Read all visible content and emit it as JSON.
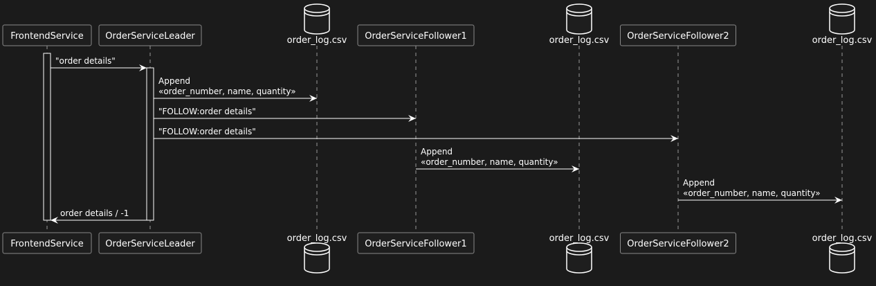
{
  "diagram": {
    "type": "sequence",
    "colors": {
      "background": "#1b1b1b",
      "foreground": "#ffffff",
      "participant_fill": "#1e1e1e",
      "participant_border": "#8a8a8a",
      "lifeline": "#9a9a9a",
      "activation_fill": "#1b1b1b"
    },
    "participants": [
      {
        "id": "frontend",
        "kind": "service",
        "label": "FrontendService"
      },
      {
        "id": "leader",
        "kind": "service",
        "label": "OrderServiceLeader"
      },
      {
        "id": "db1",
        "kind": "database",
        "label": "order_log.csv"
      },
      {
        "id": "follower1",
        "kind": "service",
        "label": "OrderServiceFollower1"
      },
      {
        "id": "db2",
        "kind": "database",
        "label": "order_log.csv"
      },
      {
        "id": "follower2",
        "kind": "service",
        "label": "OrderServiceFollower2"
      },
      {
        "id": "db3",
        "kind": "database",
        "label": "order_log.csv"
      }
    ],
    "messages": [
      {
        "from": "frontend",
        "to": "leader",
        "lines": [
          "\"order details\""
        ]
      },
      {
        "from": "leader",
        "to": "db1",
        "lines": [
          "Append",
          "«order_number, name, quantity»"
        ]
      },
      {
        "from": "leader",
        "to": "follower1",
        "lines": [
          "\"FOLLOW:order details\""
        ]
      },
      {
        "from": "leader",
        "to": "follower2",
        "lines": [
          "\"FOLLOW:order details\""
        ]
      },
      {
        "from": "follower1",
        "to": "db2",
        "lines": [
          "Append",
          "«order_number, name, quantity»"
        ]
      },
      {
        "from": "follower2",
        "to": "db3",
        "lines": [
          "Append",
          "«order_number, name, quantity»"
        ]
      },
      {
        "from": "leader",
        "to": "frontend",
        "lines": [
          "order details / -1"
        ]
      }
    ]
  }
}
